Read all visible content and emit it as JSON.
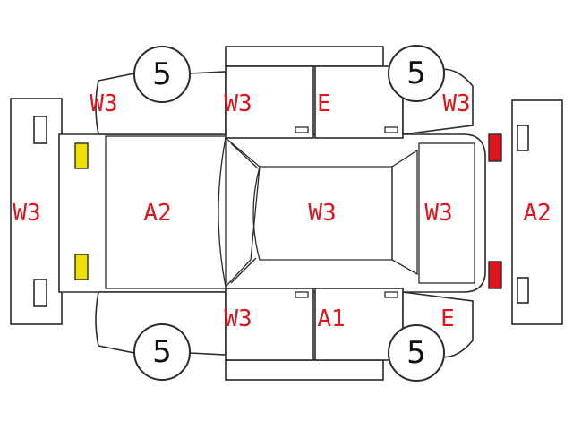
{
  "panels": {
    "front_bumper": "W3",
    "hood": "A2",
    "roof": "W3",
    "trunk_lid": "W3",
    "rear_bumper": "A2",
    "left_front_fender": "W3",
    "left_front_door": "W3",
    "left_rear_door": "E",
    "left_rear_quarter": "W3",
    "right_front_door": "W3",
    "right_rear_door": "A1",
    "right_rear_quarter": "E"
  },
  "tires": {
    "front_left": "5",
    "rear_left": "5",
    "front_right": "5",
    "rear_right": "5"
  },
  "colors": {
    "code_text": "#e0141c",
    "front_lights": "#f0e000",
    "rear_lights": "#e0141c",
    "outline": "#2a2a2a"
  }
}
